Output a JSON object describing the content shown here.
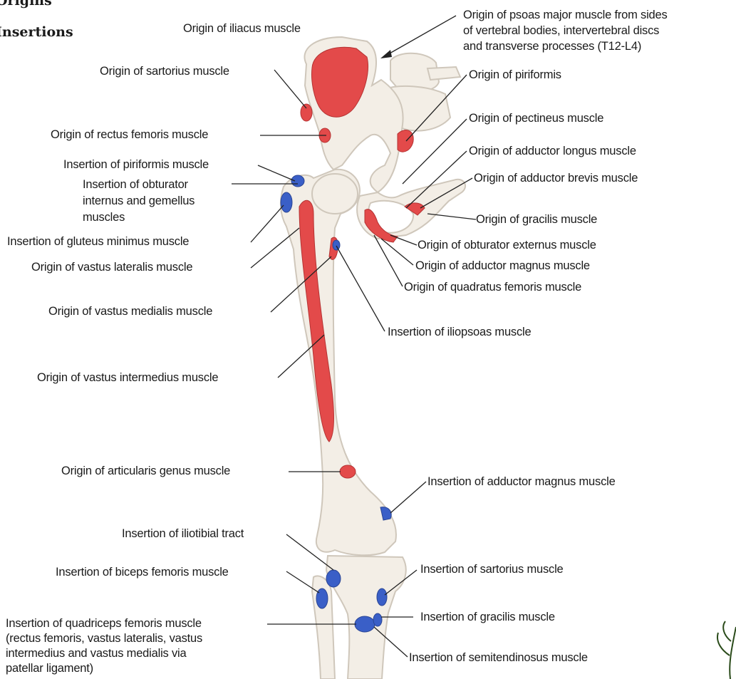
{
  "legend": {
    "origins": "Origins",
    "insertions": "Insertions"
  },
  "colors": {
    "origin": "#e34a4a",
    "insertion": "#3a5fc7",
    "bone": "#f3eee6",
    "bone_shadow": "#cfc7bb",
    "leader": "#222222"
  },
  "labels": {
    "iliacus": "Origin of iliacus muscle",
    "psoas_1": "Origin of psoas major muscle from sides",
    "psoas_2": "of vertebral bodies, intervertebral discs",
    "psoas_3": "and transverse processes (T12-L4)",
    "sartorius_origin": "Origin of sartorius muscle",
    "piriformis_origin": "Origin of piriformis",
    "pectineus": "Origin of pectineus muscle",
    "rectus_femoris": "Origin of rectus femoris muscle",
    "adductor_longus": "Origin of adductor longus muscle",
    "piriformis_insertion": "Insertion of piriformis muscle",
    "adductor_brevis": "Origin of adductor brevis muscle",
    "obturator_internus_1": "Insertion of obturator",
    "obturator_internus_2": "internus and gemellus",
    "obturator_internus_3": "muscles",
    "gracilis_origin": "Origin of gracilis muscle",
    "gluteus_minimus": "Insertion of gluteus minimus muscle",
    "obturator_externus": "Origin of obturator externus muscle",
    "vastus_lateralis": "Origin of vastus lateralis muscle",
    "adductor_magnus_origin": "Origin of adductor magnus muscle",
    "quadratus_femoris": "Origin of quadratus femoris muscle",
    "vastus_medialis": "Origin of vastus medialis muscle",
    "iliopsoas": "Insertion of iliopsoas muscle",
    "vastus_intermedius": "Origin of vastus intermedius muscle",
    "articularis_genus": "Origin of articularis genus muscle",
    "adductor_magnus_insertion": "Insertion of adductor magnus muscle",
    "iliotibial": "Insertion of iliotibial tract",
    "biceps_femoris": "Insertion of biceps femoris muscle",
    "sartorius_insertion": "Insertion of sartorius muscle",
    "quadriceps_1": "Insertion of quadriceps femoris muscle",
    "quadriceps_2": "(rectus femoris, vastus lateralis, vastus",
    "quadriceps_3": "intermedius and vastus medialis via",
    "quadriceps_4": "patellar ligament)",
    "gracilis_insertion": "Insertion of gracilis muscle",
    "semitendinosus": "Insertion of semitendinosus muscle"
  }
}
